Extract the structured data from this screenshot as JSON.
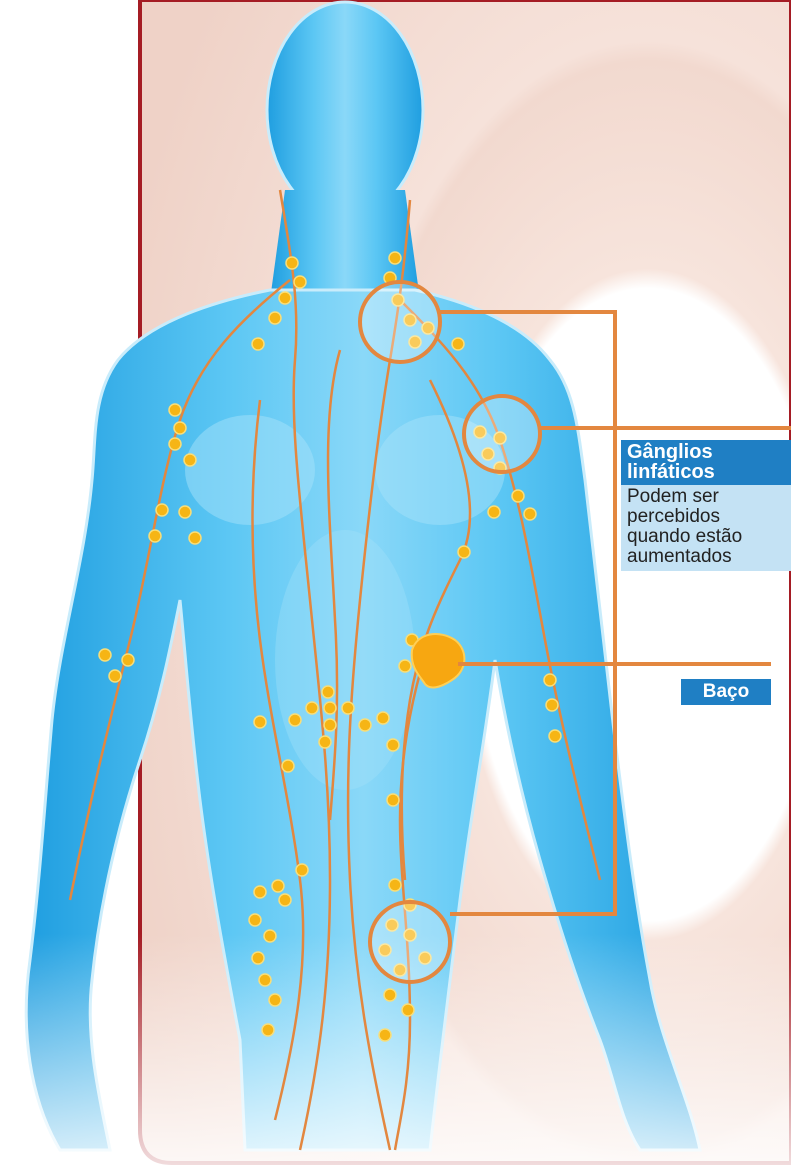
{
  "labels": {
    "lymph_nodes": {
      "title": "Gânglios linfáticos",
      "title_line1": "Gânglios",
      "title_line2": "linfáticos",
      "description": "Podem ser percebidos quando estão aumentados",
      "desc_lines": [
        "Podem ser",
        "percebidos",
        "quando estão",
        "aumentados"
      ]
    },
    "spleen": {
      "title": "Baço"
    }
  },
  "colors": {
    "frame": "#a51c24",
    "background": "#f3d9d0",
    "body": "#3fb4ec",
    "vessel": "#e3873f",
    "node": "#f6b515",
    "label_title_bg": "#1f7fc4",
    "label_desc_bg": "#c4e2f4"
  }
}
